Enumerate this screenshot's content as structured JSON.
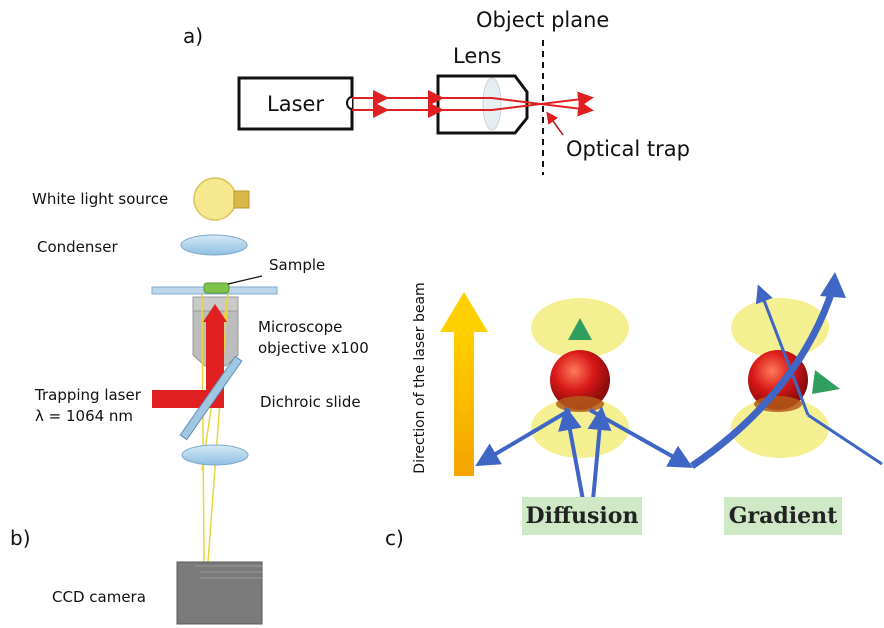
{
  "panel_a": {
    "label": "a)",
    "object_plane": "Object plane",
    "lens": "Lens",
    "laser": "Laser",
    "optical_trap": "Optical trap"
  },
  "panel_b": {
    "label": "b)",
    "white_light_source": "White light source",
    "condenser": "Condenser",
    "sample": "Sample",
    "objective_line1": "Microscope",
    "objective_line2": "objective x100",
    "trapping_laser_line1": "Trapping laser",
    "trapping_laser_line2": "λ = 1064 nm",
    "dichroic": "Dichroic slide",
    "ccd": "CCD camera"
  },
  "panel_c": {
    "label": "c)",
    "direction": "Direction of the laser beam",
    "diffusion": "Diffusion",
    "gradient": "Gradient"
  },
  "colors": {
    "laser_red": "#e02020",
    "lens_blue": "#a9cde8",
    "bulb_yellow": "#f3e38a",
    "sample_green": "#7fc24a",
    "beam_yellow": "#f2c200",
    "halo_yellow": "#f3ef8c",
    "sphere_red": "#d81818",
    "arrow_blue": "#3f66c4",
    "triangle_green": "#2f9e5e",
    "label_green": "#cfe8c6",
    "camera_gray": "#777777"
  }
}
